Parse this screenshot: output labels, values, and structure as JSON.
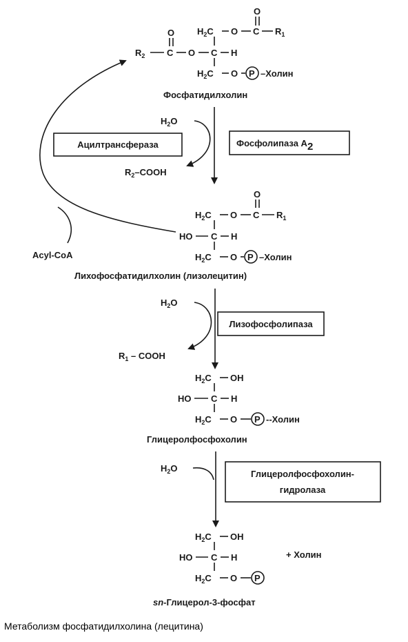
{
  "compounds": {
    "phosphatidylcholine": "Фосфатидилхолин",
    "lysolecithin": "Лихофосфатидилхолин (лизолецитин)",
    "glycerophosphocholine": "Глицеролфосфохолин",
    "glycerol3phosphate_prefix": "sn",
    "glycerol3phosphate_rest": "-Глицерол-3-фосфат"
  },
  "enzymes": {
    "acyltransferase": "Ацилтрансфераза",
    "phospholipase_a2": "Фосфолипаза A",
    "phospholipase_a2_sub": "2",
    "lysophospholipase": "Лизофосфолипаза",
    "gpc_hydrolase_line1": "Глицеролфосфохолин-",
    "gpc_hydrolase_line2": "гидролаза"
  },
  "reagents": {
    "water": "H",
    "water_sub": "2",
    "water_o": "O",
    "r2cooh": "R",
    "r2cooh_sub": "2",
    "r2cooh_rest": "–COOH",
    "r1cooh": "R",
    "r1cooh_sub": "1",
    "r1cooh_rest": " – COOH",
    "acylcoa": "Acyl-CoA",
    "choline": "+ Холин"
  },
  "atoms": {
    "h2c": "H",
    "h2c_sub": "2",
    "h2c_c": "C",
    "ho": "HO",
    "o": "O",
    "c": "C",
    "h": "H",
    "oh": "OH",
    "p": "P",
    "dash": "–",
    "r1": "R",
    "r1_sub": "1",
    "r2": "R",
    "r2_sub": "2",
    "choline": "Холин",
    "choline_dash": "–Холин",
    "choline_ddash": "--Холин"
  },
  "caption": "Метаболизм фосфатидилхолина (лецитина)"
}
